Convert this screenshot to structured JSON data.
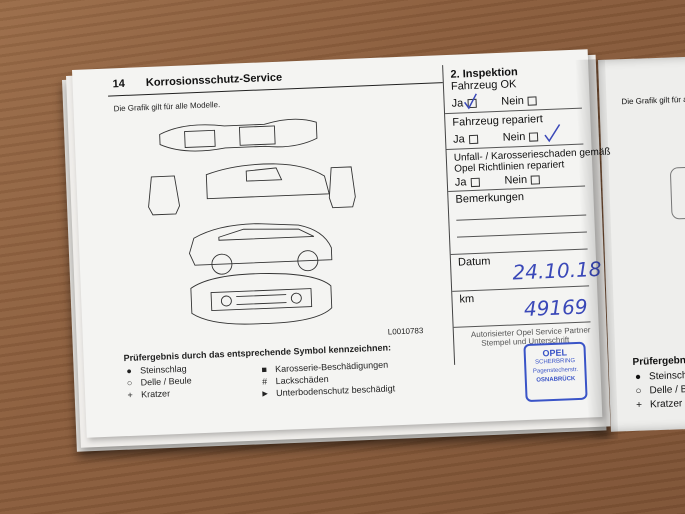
{
  "page": {
    "number": "14",
    "title": "Korrosionsschutz-Service",
    "diagram_note": "Die Grafik gilt für alle Modelle.",
    "diagram_code": "L0010783",
    "legend_title": "Prüfergebnis durch das entsprechende Symbol kennzeichnen:",
    "legend_left": [
      {
        "symbol": "●",
        "label": "Steinschlag"
      },
      {
        "symbol": "○",
        "label": "Delle / Beule"
      },
      {
        "symbol": "+",
        "label": "Kratzer"
      }
    ],
    "legend_right": [
      {
        "symbol": "■",
        "label": "Karosserie-Beschädigungen"
      },
      {
        "symbol": "#",
        "label": "Lackschäden"
      },
      {
        "symbol": "►",
        "label": "Unterbodenschutz beschädigt"
      }
    ]
  },
  "inspection": {
    "title": "2. Inspektion",
    "q1": "Fahrzeug OK",
    "q2": "Fahrzeug repariert",
    "q3a": "Unfall- / Karosserieschaden gemäß",
    "q3b": "Opel Richtlinien repariert",
    "yes": "Ja",
    "no": "Nein",
    "remarks": "Bemerkungen",
    "date_label": "Datum",
    "date_value": "24.10.18",
    "km_label": "km",
    "km_value": "49169",
    "partner_line1": "Autorisierter Opel Service Partner",
    "partner_line2": "Stempel und Unterschrift"
  },
  "stamp": {
    "brand": "OPEL",
    "line2": "SCHERBRING",
    "line3": "Pagenstecherstr.",
    "line4": "OSNABRÜCK"
  },
  "right_page": {
    "note": "Die Grafik gilt für alle",
    "legend_title": "Prüfergebnis",
    "items": [
      {
        "symbol": "●",
        "label": "Steinschlag"
      },
      {
        "symbol": "○",
        "label": "Delle / Beule"
      },
      {
        "symbol": "+",
        "label": "Kratzer"
      }
    ]
  },
  "colors": {
    "ink": "#3a48b8",
    "paper": "#f4f4f2",
    "table": "#8a5c3b"
  }
}
